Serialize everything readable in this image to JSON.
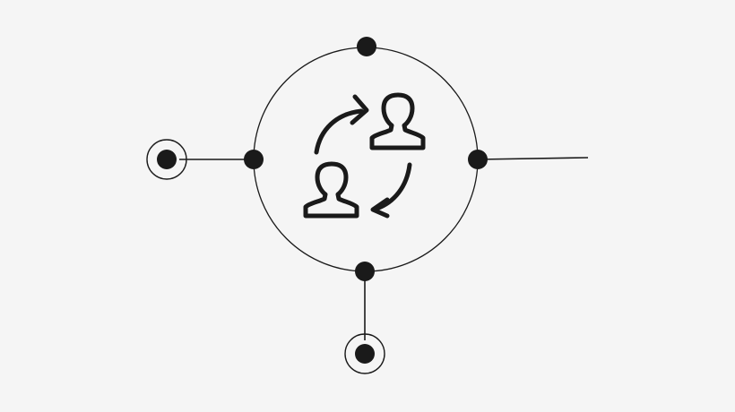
{
  "diagram": {
    "background": "#f5f5f5",
    "stroke_color": "#1a1a1a",
    "node_color": "#1a1a1a",
    "center_icon": "user-exchange-icon",
    "nodes": [
      {
        "id": "top",
        "icon": "node-dot"
      },
      {
        "id": "left",
        "icon": "node-dot"
      },
      {
        "id": "right",
        "icon": "node-dot"
      },
      {
        "id": "bottom",
        "icon": "node-dot"
      }
    ],
    "terminals": [
      {
        "id": "left-terminal",
        "icon": "target-ring"
      },
      {
        "id": "bottom-terminal",
        "icon": "target-ring"
      }
    ]
  }
}
